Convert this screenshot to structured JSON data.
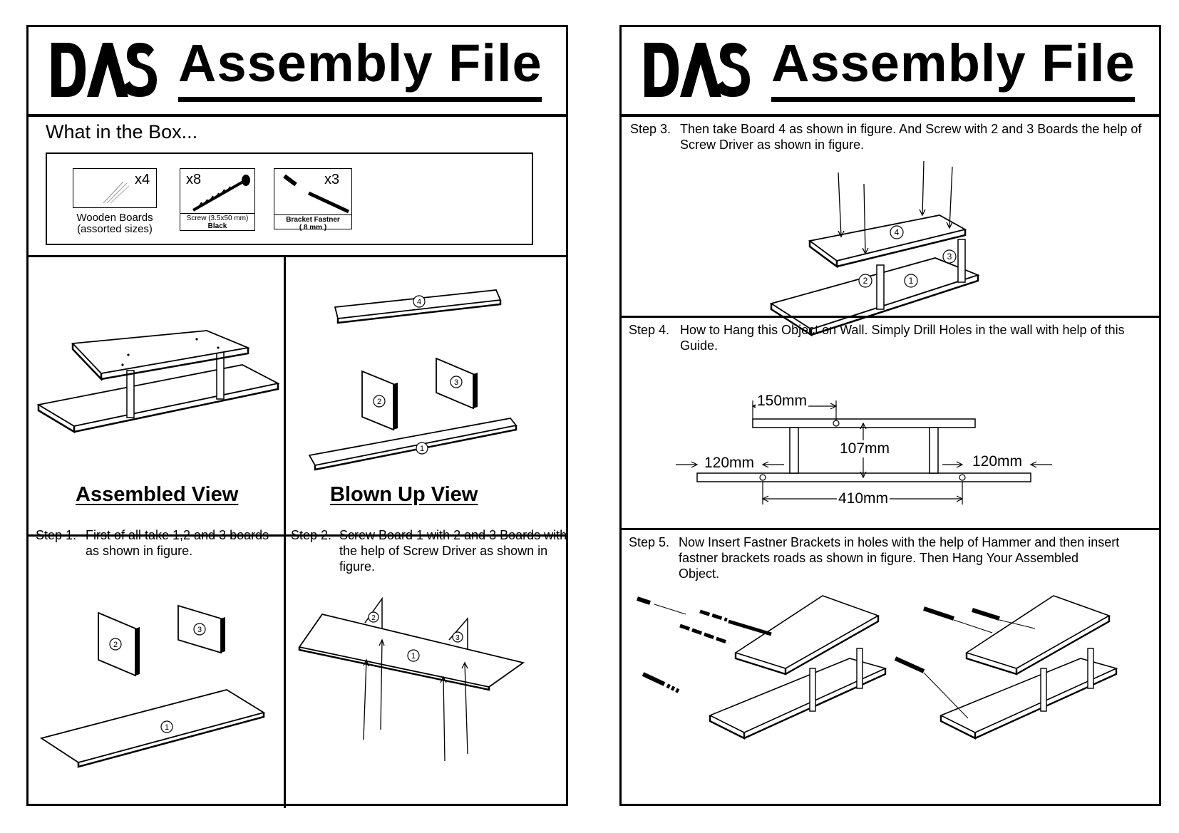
{
  "brand": {
    "logo_text": "DAS",
    "title": "Assembly File"
  },
  "box": {
    "heading": "What in the Box...",
    "items": [
      {
        "qty": "x4",
        "caption_1": "Wooden Boards",
        "caption_2": "(assorted sizes)",
        "icon": "boards-icon"
      },
      {
        "qty": "x8",
        "caption_1": "Screw (3.5x50 mm)",
        "caption_2": "Black",
        "icon": "screw-icon"
      },
      {
        "qty": "x3",
        "caption_1": "Bracket Fastner",
        "caption_2": "( 8 mm )",
        "icon": "bracket-fastener-icon"
      }
    ]
  },
  "views": {
    "assembled": "Assembled View",
    "blown_up": "Blown Up View"
  },
  "steps": [
    {
      "num": "Step 1.",
      "text": "First of all take 1,2 and 3 boards as shown in figure."
    },
    {
      "num": "Step 2.",
      "text": "Screw Board 1 with 2 and 3 Boards with the help of Screw Driver as shown in figure."
    },
    {
      "num": "Step 3.",
      "text": "Then take Board 4 as shown in figure. And Screw with 2 and 3 Boards the help of Screw Driver as shown in figure."
    },
    {
      "num": "Step 4.",
      "text": "How to Hang this Object on Wall. Simply Drill Holes in the wall with help of this Guide."
    },
    {
      "num": "Step 5.",
      "text": "Now Insert Fastner Brackets in holes with the help of Hammer and then insert fastner brackets roads as shown in figure. Then Hang Your Assembled Object."
    }
  ],
  "board_labels": [
    "1",
    "2",
    "3",
    "4"
  ],
  "dimensions": {
    "top_offset": "150mm",
    "height": "107mm",
    "left_margin": "120mm",
    "right_margin": "120mm",
    "hole_spacing": "410mm"
  }
}
